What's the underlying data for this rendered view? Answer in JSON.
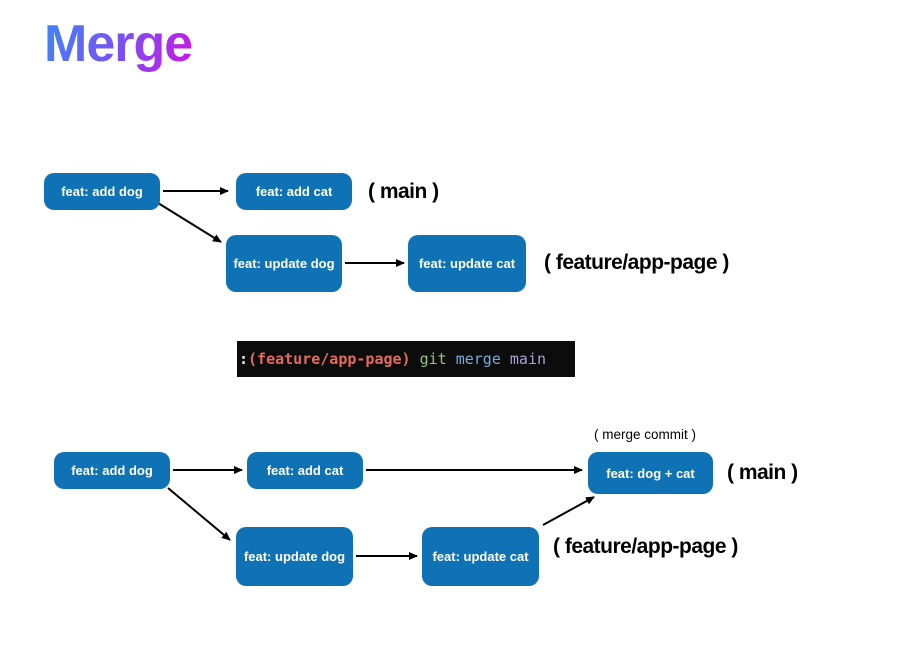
{
  "title": {
    "text": "Merge"
  },
  "colors": {
    "title_gradient_from": "#3E87F8",
    "title_gradient_mid": "#7B50F2",
    "title_gradient_to": "#CC16E3",
    "node_blue": "#0F72B5",
    "node_text": "#FFFFFF",
    "arrow": "#000000",
    "terminal_bg": "#0C0C0C",
    "terminal_fg": "#E8E8E8",
    "terminal_red": "#E56B5D",
    "terminal_green": "#97C279",
    "terminal_blue": "#70AEDE",
    "terminal_purple": "#A9A2D9"
  },
  "before": {
    "add_dog": "feat: add dog",
    "add_cat": "feat: add cat",
    "main_label": "( main )",
    "update_dog": "feat: update dog",
    "update_cat": "feat: update cat",
    "feature_label": "( feature/app-page )"
  },
  "terminal": {
    "prompt": ":",
    "branch": "(feature/app-page)",
    "cmd_git": "git",
    "cmd_merge": "merge",
    "cmd_main": "main"
  },
  "after": {
    "add_dog": "feat: add dog",
    "add_cat": "feat: add cat",
    "merge_commit_label": "( merge commit )",
    "merge_node": "feat: dog + cat",
    "main_label": "( main )",
    "update_dog": "feat: update dog",
    "update_cat": "feat: update cat",
    "feature_label": "( feature/app-page )"
  }
}
